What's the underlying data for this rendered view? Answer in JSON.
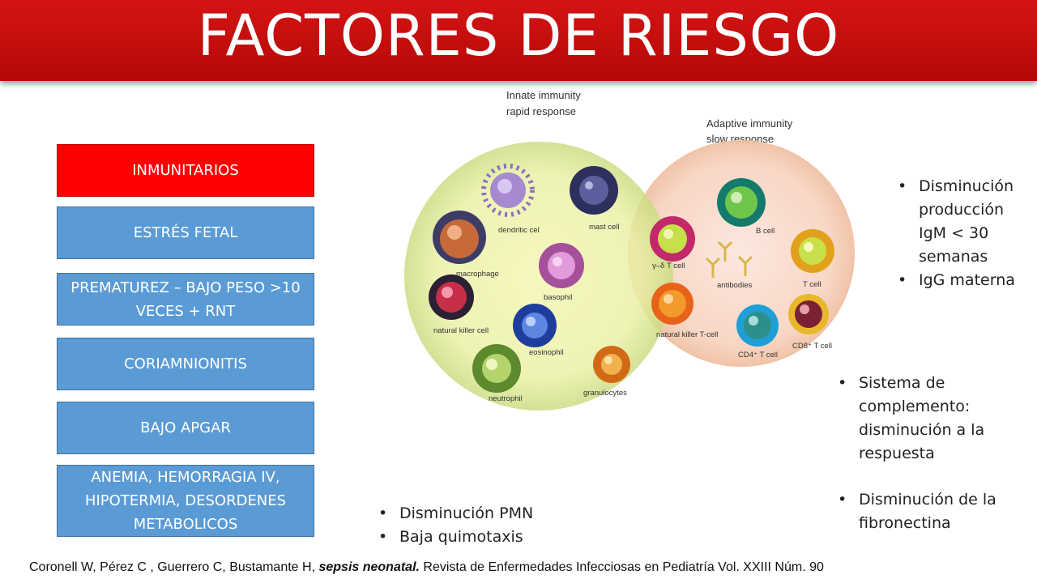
{
  "title": "FACTORES DE RIESGO",
  "risk_factors": [
    "INMUNITARIOS",
    "ESTRÉS FETAL",
    "PREMATUREZ – BAJO PESO >10 VECES + RNT",
    "CORIAMNIONITIS",
    "BAJO APGAR",
    "ANEMIA, HEMORRAGIA IV, HIPOTERMIA, DESORDENES METABOLICOS"
  ],
  "colors": {
    "title_bar": "#c00000",
    "highlight": "#ff0000",
    "box": "#5b9bd5"
  },
  "diagram": {
    "innate_heading": [
      "Innate immunity",
      "rapid response"
    ],
    "adaptive_heading": [
      "Adaptive immunity",
      "slow response"
    ],
    "cells": {
      "dendritic": "dendritic cel",
      "mast": "mast cell",
      "macrophage": "macrophage",
      "basophil": "basophil",
      "nk": "natural killer cell",
      "eosinophil": "eosinophil",
      "neutrophil": "neutrophil",
      "granulocytes": "granulocytes",
      "gd_t": "γ–δ T cell",
      "b_cell": "B cell",
      "antibodies": "antibodies",
      "t_cell": "T cell",
      "nkt": "natural killer T-cell",
      "cd4": "CD4⁺ T cell",
      "cd8": "CD8⁺ T cell"
    }
  },
  "notes": {
    "adaptive": [
      "Disminución producción IgM < 30 semanas",
      "IgG materna"
    ],
    "complement": [
      "Sistema de complemento: disminución a la respuesta",
      "Disminución de la fibronectina"
    ],
    "innate": [
      "Disminución PMN",
      "Baja quimotaxis"
    ]
  },
  "citation": {
    "authors": "Coronell W, Pérez C , Guerrero C, Bustamante H, ",
    "title": "sepsis neonatal.",
    "rest": " Revista de Enfermedades Infecciosas en Pediatría Vol. XXIII Núm. 90"
  }
}
